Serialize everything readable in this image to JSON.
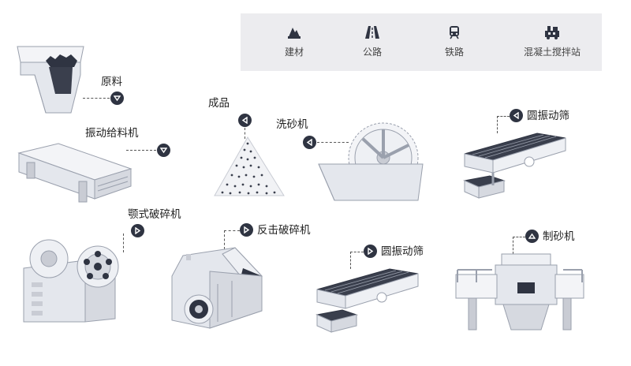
{
  "legend": {
    "items": [
      {
        "label": "建材",
        "icon": "building-materials-icon"
      },
      {
        "label": "公路",
        "icon": "highway-icon"
      },
      {
        "label": "铁路",
        "icon": "train-icon"
      },
      {
        "label": "混凝土搅拌站",
        "icon": "concrete-mixer-icon"
      }
    ]
  },
  "labels": {
    "raw_material": "原料",
    "vibrating_feeder": "振动给料机",
    "jaw_crusher": "颚式破碎机",
    "finished_product": "成品",
    "sand_washer": "洗砂机",
    "circular_screen_top": "圆振动筛",
    "impact_crusher": "反击破碎机",
    "circular_screen_bottom": "圆振动筛",
    "sand_maker": "制砂机"
  },
  "colors": {
    "marker": "#2f3442",
    "legend_bg": "#ececef",
    "machine_fill": "#e4e7ed",
    "machine_stroke": "#9aa0ad"
  }
}
